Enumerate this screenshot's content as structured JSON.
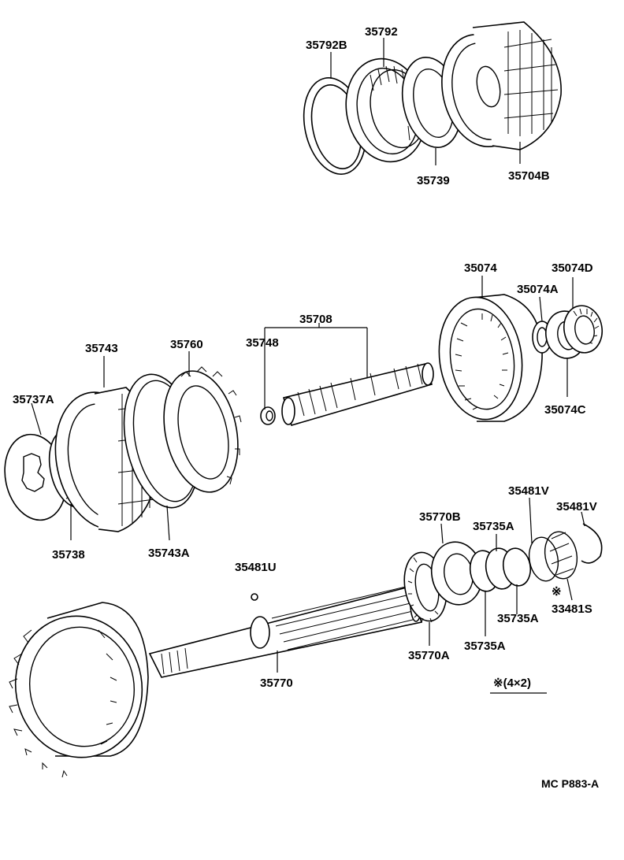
{
  "labels": {
    "p35792B": "35792B",
    "p35792": "35792",
    "p35739": "35739",
    "p35704B": "35704B",
    "p35074": "35074",
    "p35074D": "35074D",
    "p35074A": "35074A",
    "p35074C": "35074C",
    "p35708": "35708",
    "p35748": "35748",
    "p35743": "35743",
    "p35760": "35760",
    "p35737A": "35737A",
    "p35738": "35738",
    "p35743A": "35743A",
    "p35481U": "35481U",
    "p35770B": "35770B",
    "p35735A_top": "35735A",
    "p35481V_1": "35481V",
    "p35481V_2": "35481V",
    "p35735A_mid": "35735A",
    "p33481S": "33481S",
    "p35735A_low": "35735A",
    "p35770A": "35770A",
    "p35770": "35770",
    "note_mark": "※",
    "note_qty": "※(4×2)",
    "ref_code": "MC  P883-A"
  }
}
